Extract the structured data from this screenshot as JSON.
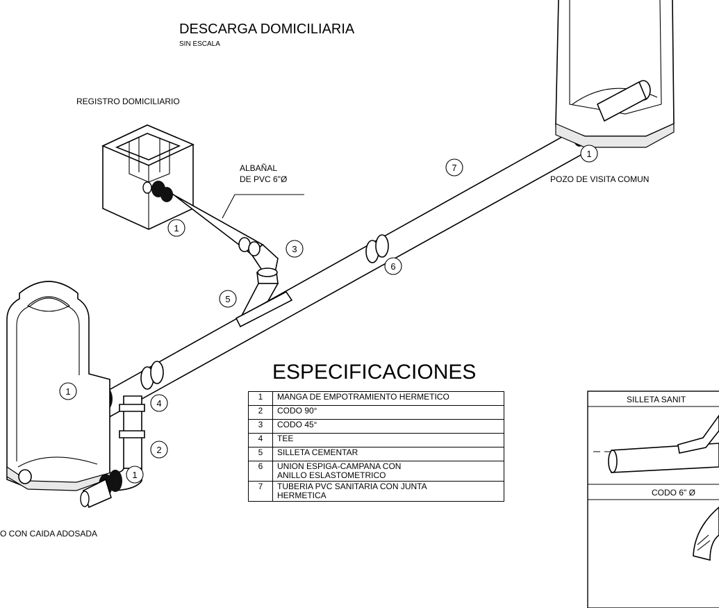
{
  "title": "DESCARGA DOMICILIARIA",
  "subtitle": "SIN ESCALA",
  "labels": {
    "registro": "REGISTRO DOMICILIARIO",
    "albanal_line1": "ALBAÑAL",
    "albanal_line2": "DE PVC 6\"Ø",
    "pozo_comun": "POZO DE VISITA COMUN",
    "pozo_caida": "O CON CAIDA ADOSADA"
  },
  "callouts": {
    "c1a": "1",
    "c1b": "1",
    "c1c": "1",
    "c1d": "1",
    "c2": "2",
    "c3": "3",
    "c4": "4",
    "c5": "5",
    "c6": "6",
    "c7": "7"
  },
  "specs": {
    "heading": "ESPECIFICACIONES",
    "rows": [
      {
        "n": "1",
        "d": "MANGA DE EMPOTRAMIENTO HERMETICO"
      },
      {
        "n": "2",
        "d": "CODO 90°"
      },
      {
        "n": "3",
        "d": "CODO 45°"
      },
      {
        "n": "4",
        "d": "TEE"
      },
      {
        "n": "5",
        "d": "SILLETA CEMENTAR"
      },
      {
        "n": "6",
        "d": "UNION ESPIGA-CAMPANA CON\nANILLO ESLASTOMETRICO"
      },
      {
        "n": "7",
        "d": "TUBERIA PVC SANITARIA CON JUNTA\nHERMETICA"
      }
    ]
  },
  "detail": {
    "silleta_label": "SILLETA SANIT",
    "codo_label": "CODO 6\" Ø"
  }
}
